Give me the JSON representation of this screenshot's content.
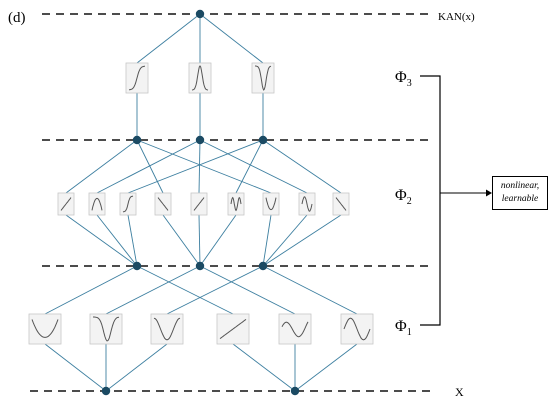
{
  "panel_label": "(d)",
  "output_label": "KAN(x)",
  "input_label": "X",
  "phi_labels": [
    {
      "sym": "Φ",
      "sub": "3"
    },
    {
      "sym": "Φ",
      "sub": "2"
    },
    {
      "sym": "Φ",
      "sub": "1"
    }
  ],
  "box_text": {
    "line1": "nonlinear,",
    "line2": "learnable"
  },
  "colors": {
    "edge": "#3d7fa0",
    "node": "#1b4a63",
    "dash": "#111111",
    "curve": "#555555",
    "tile_border": "#c7c7c7",
    "tile_fill": "#f3f3f3"
  }
}
